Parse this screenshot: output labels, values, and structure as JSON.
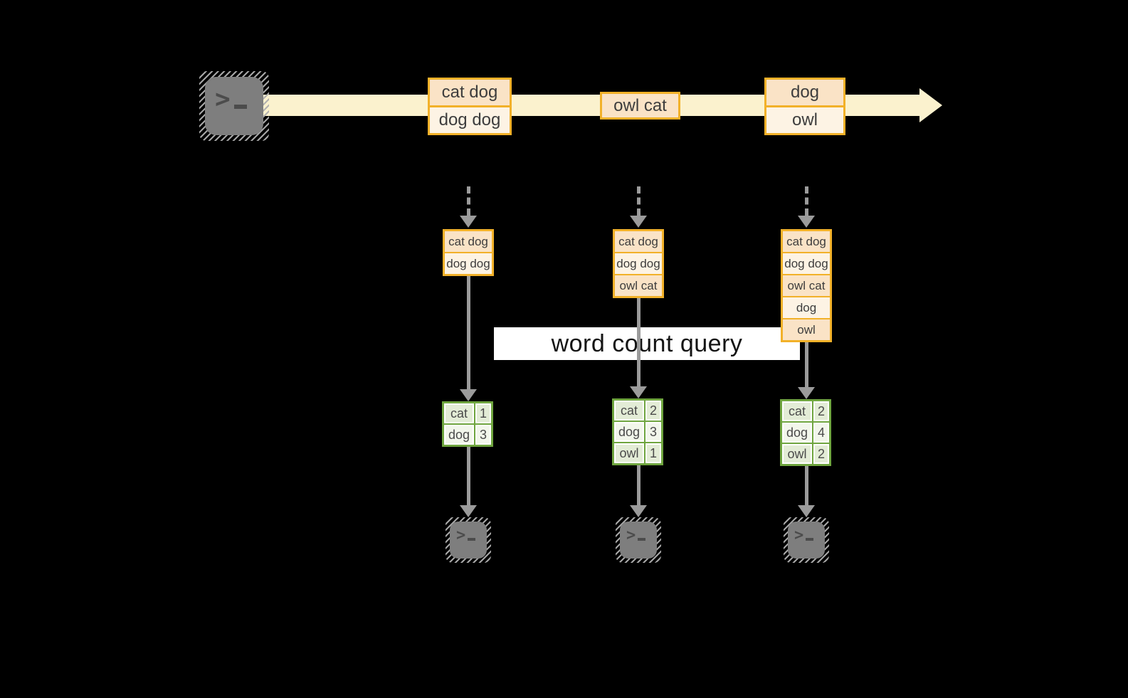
{
  "label": {
    "text": "word count query"
  },
  "colors": {
    "amber_border": "#F2B129",
    "peach_fill": "#FAE3C6",
    "cream_fill": "#FDF3E4",
    "stream_band": "#FBF2CE",
    "green_border": "#6FA53F",
    "green_cell_dark": "#E3ECD6",
    "green_cell_light": "#F2F6EB",
    "arrow_gray": "#9B9B9B",
    "terminal_gray": "#7E7E7E",
    "background": "#000000"
  },
  "icons": {
    "source": "terminal-icon",
    "sinks": [
      "terminal-icon",
      "terminal-icon",
      "terminal-icon"
    ]
  },
  "stream": {
    "batches": [
      {
        "items": [
          "cat dog",
          "dog dog"
        ]
      },
      {
        "items": [
          "owl cat"
        ]
      },
      {
        "items": [
          "dog",
          "owl"
        ]
      }
    ]
  },
  "columns": [
    {
      "snapshot": [
        "cat dog",
        "dog dog"
      ],
      "result": [
        {
          "word": "cat",
          "count": "1"
        },
        {
          "word": "dog",
          "count": "3"
        }
      ]
    },
    {
      "snapshot": [
        "cat dog",
        "dog dog",
        "owl cat"
      ],
      "result": [
        {
          "word": "cat",
          "count": "2"
        },
        {
          "word": "dog",
          "count": "3"
        },
        {
          "word": "owl",
          "count": "1"
        }
      ]
    },
    {
      "snapshot": [
        "cat dog",
        "dog dog",
        "owl cat",
        "dog",
        "owl"
      ],
      "result": [
        {
          "word": "cat",
          "count": "2"
        },
        {
          "word": "dog",
          "count": "4"
        },
        {
          "word": "owl",
          "count": "2"
        }
      ]
    }
  ]
}
